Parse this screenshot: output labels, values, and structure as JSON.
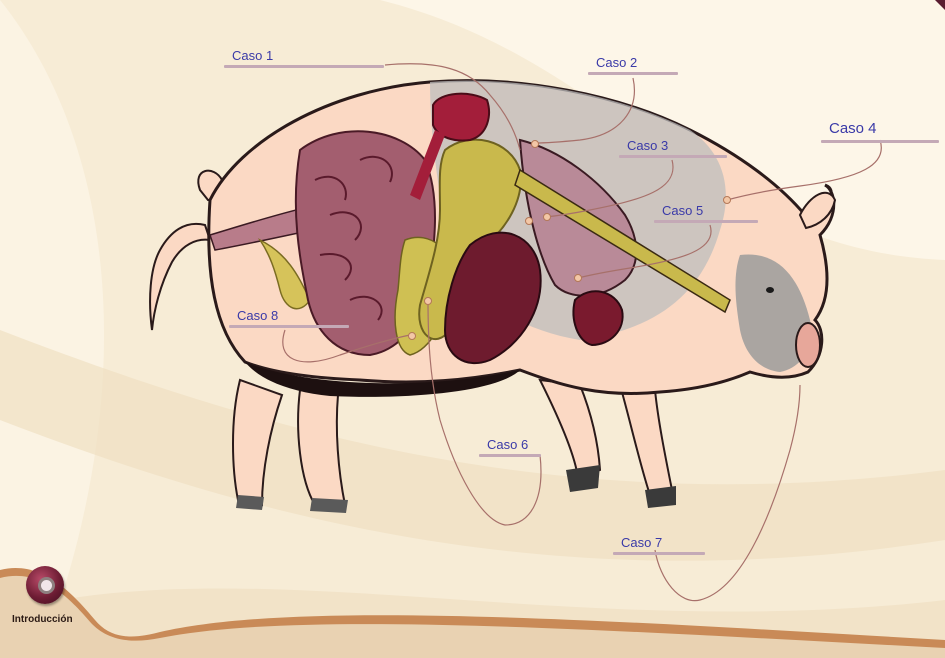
{
  "diagram": {
    "labels": [
      {
        "id": "caso-1",
        "text": "Caso 1"
      },
      {
        "id": "caso-2",
        "text": "Caso 2"
      },
      {
        "id": "caso-3",
        "text": "Caso 3"
      },
      {
        "id": "caso-4",
        "text": "Caso 4"
      },
      {
        "id": "caso-5",
        "text": "Caso 5"
      },
      {
        "id": "caso-6",
        "text": "Caso 6"
      },
      {
        "id": "caso-7",
        "text": "Caso 7"
      },
      {
        "id": "caso-8",
        "text": "Caso 8"
      }
    ]
  },
  "nav": {
    "intro_label": "Introducción"
  },
  "colors": {
    "label_text": "#3a3aa8",
    "leader_line": "#a7706a",
    "background": "#f7ecd6",
    "accent": "#6e1d34",
    "pig_skin": "#fbd9c4"
  }
}
